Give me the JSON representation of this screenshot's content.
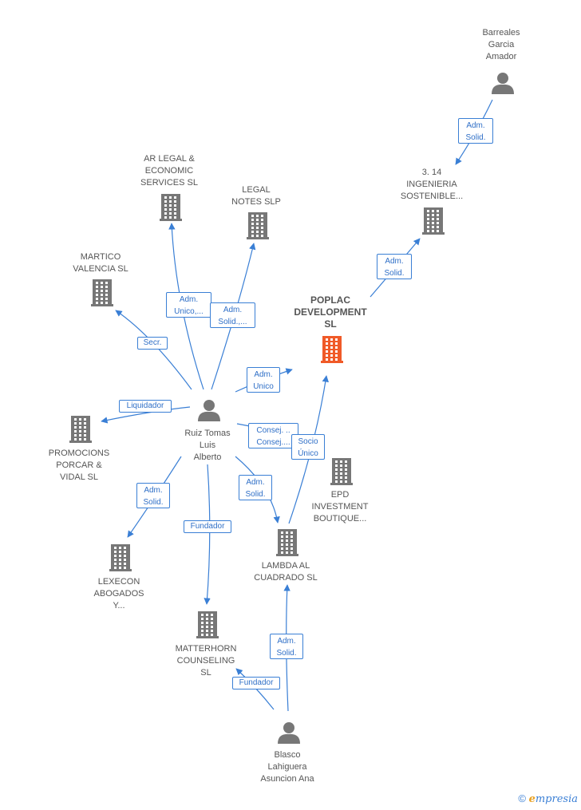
{
  "colors": {
    "edge": "#3a7fd5",
    "node": "#777777",
    "highlight": "#f05a28"
  },
  "nodes": {
    "barreales": {
      "label": "Barreales\nGarcia\nAmador",
      "kind": "person"
    },
    "ingenieria": {
      "label": "3. 14\nINGENIERIA\nSOSTENIBLE...",
      "kind": "company"
    },
    "poplac": {
      "label": "POPLAC\nDEVELOPMENT\nSL",
      "kind": "company-main"
    },
    "arlegal": {
      "label": "AR LEGAL &\nECONOMIC\nSERVICES  SL",
      "kind": "company"
    },
    "legalnotes": {
      "label": "LEGAL\nNOTES  SLP",
      "kind": "company"
    },
    "martico": {
      "label": "MARTICO\nVALENCIA SL",
      "kind": "company"
    },
    "ruiz": {
      "label": "Ruiz Tomas\nLuis\nAlberto",
      "kind": "person"
    },
    "promocions": {
      "label": "PROMOCIONS\nPORCAR &\nVIDAL  SL",
      "kind": "company"
    },
    "epd": {
      "label": "EPD\nINVESTMENT\nBOUTIQUE...",
      "kind": "company"
    },
    "lexecon": {
      "label": "LEXECON\nABOGADOS\nY...",
      "kind": "company"
    },
    "lambda": {
      "label": "LAMBDA AL\nCUADRADO  SL",
      "kind": "company"
    },
    "matterhorn": {
      "label": "MATTERHORN\nCOUNSELING\nSL",
      "kind": "company"
    },
    "blasco": {
      "label": "Blasco\nLahiguera\nAsuncion Ana",
      "kind": "person"
    }
  },
  "edges": [
    {
      "from": "barreales",
      "to": "ingenieria",
      "label": "Adm.\nSolid."
    },
    {
      "from": "poplac",
      "to": "ingenieria",
      "label": "Adm.\nSolid."
    },
    {
      "from": "ruiz",
      "to": "arlegal",
      "label": "Adm.\nUnico,..."
    },
    {
      "from": "ruiz",
      "to": "legalnotes",
      "label": "Adm.\nSolid.,..."
    },
    {
      "from": "ruiz",
      "to": "martico",
      "label": "Secr."
    },
    {
      "from": "ruiz",
      "to": "poplac",
      "label": "Adm.\nUnico"
    },
    {
      "from": "ruiz",
      "to": "promocions",
      "label": "Liquidador"
    },
    {
      "from": "ruiz",
      "to": "epd",
      "label": "Consej. ..\nConsej...."
    },
    {
      "from": "lambda",
      "to": "poplac",
      "label": "Socio\nÚnico"
    },
    {
      "from": "ruiz",
      "to": "lexecon",
      "label": "Adm.\nSolid."
    },
    {
      "from": "ruiz",
      "to": "lambda",
      "label": "Adm.\nSolid."
    },
    {
      "from": "ruiz",
      "to": "matterhorn",
      "label": "Fundador"
    },
    {
      "from": "blasco",
      "to": "lambda",
      "label": "Adm.\nSolid."
    },
    {
      "from": "blasco",
      "to": "matterhorn",
      "label": "Fundador"
    }
  ],
  "footer": {
    "copyright": "©",
    "brand_e": "e",
    "brand_rest": "mpresia"
  }
}
